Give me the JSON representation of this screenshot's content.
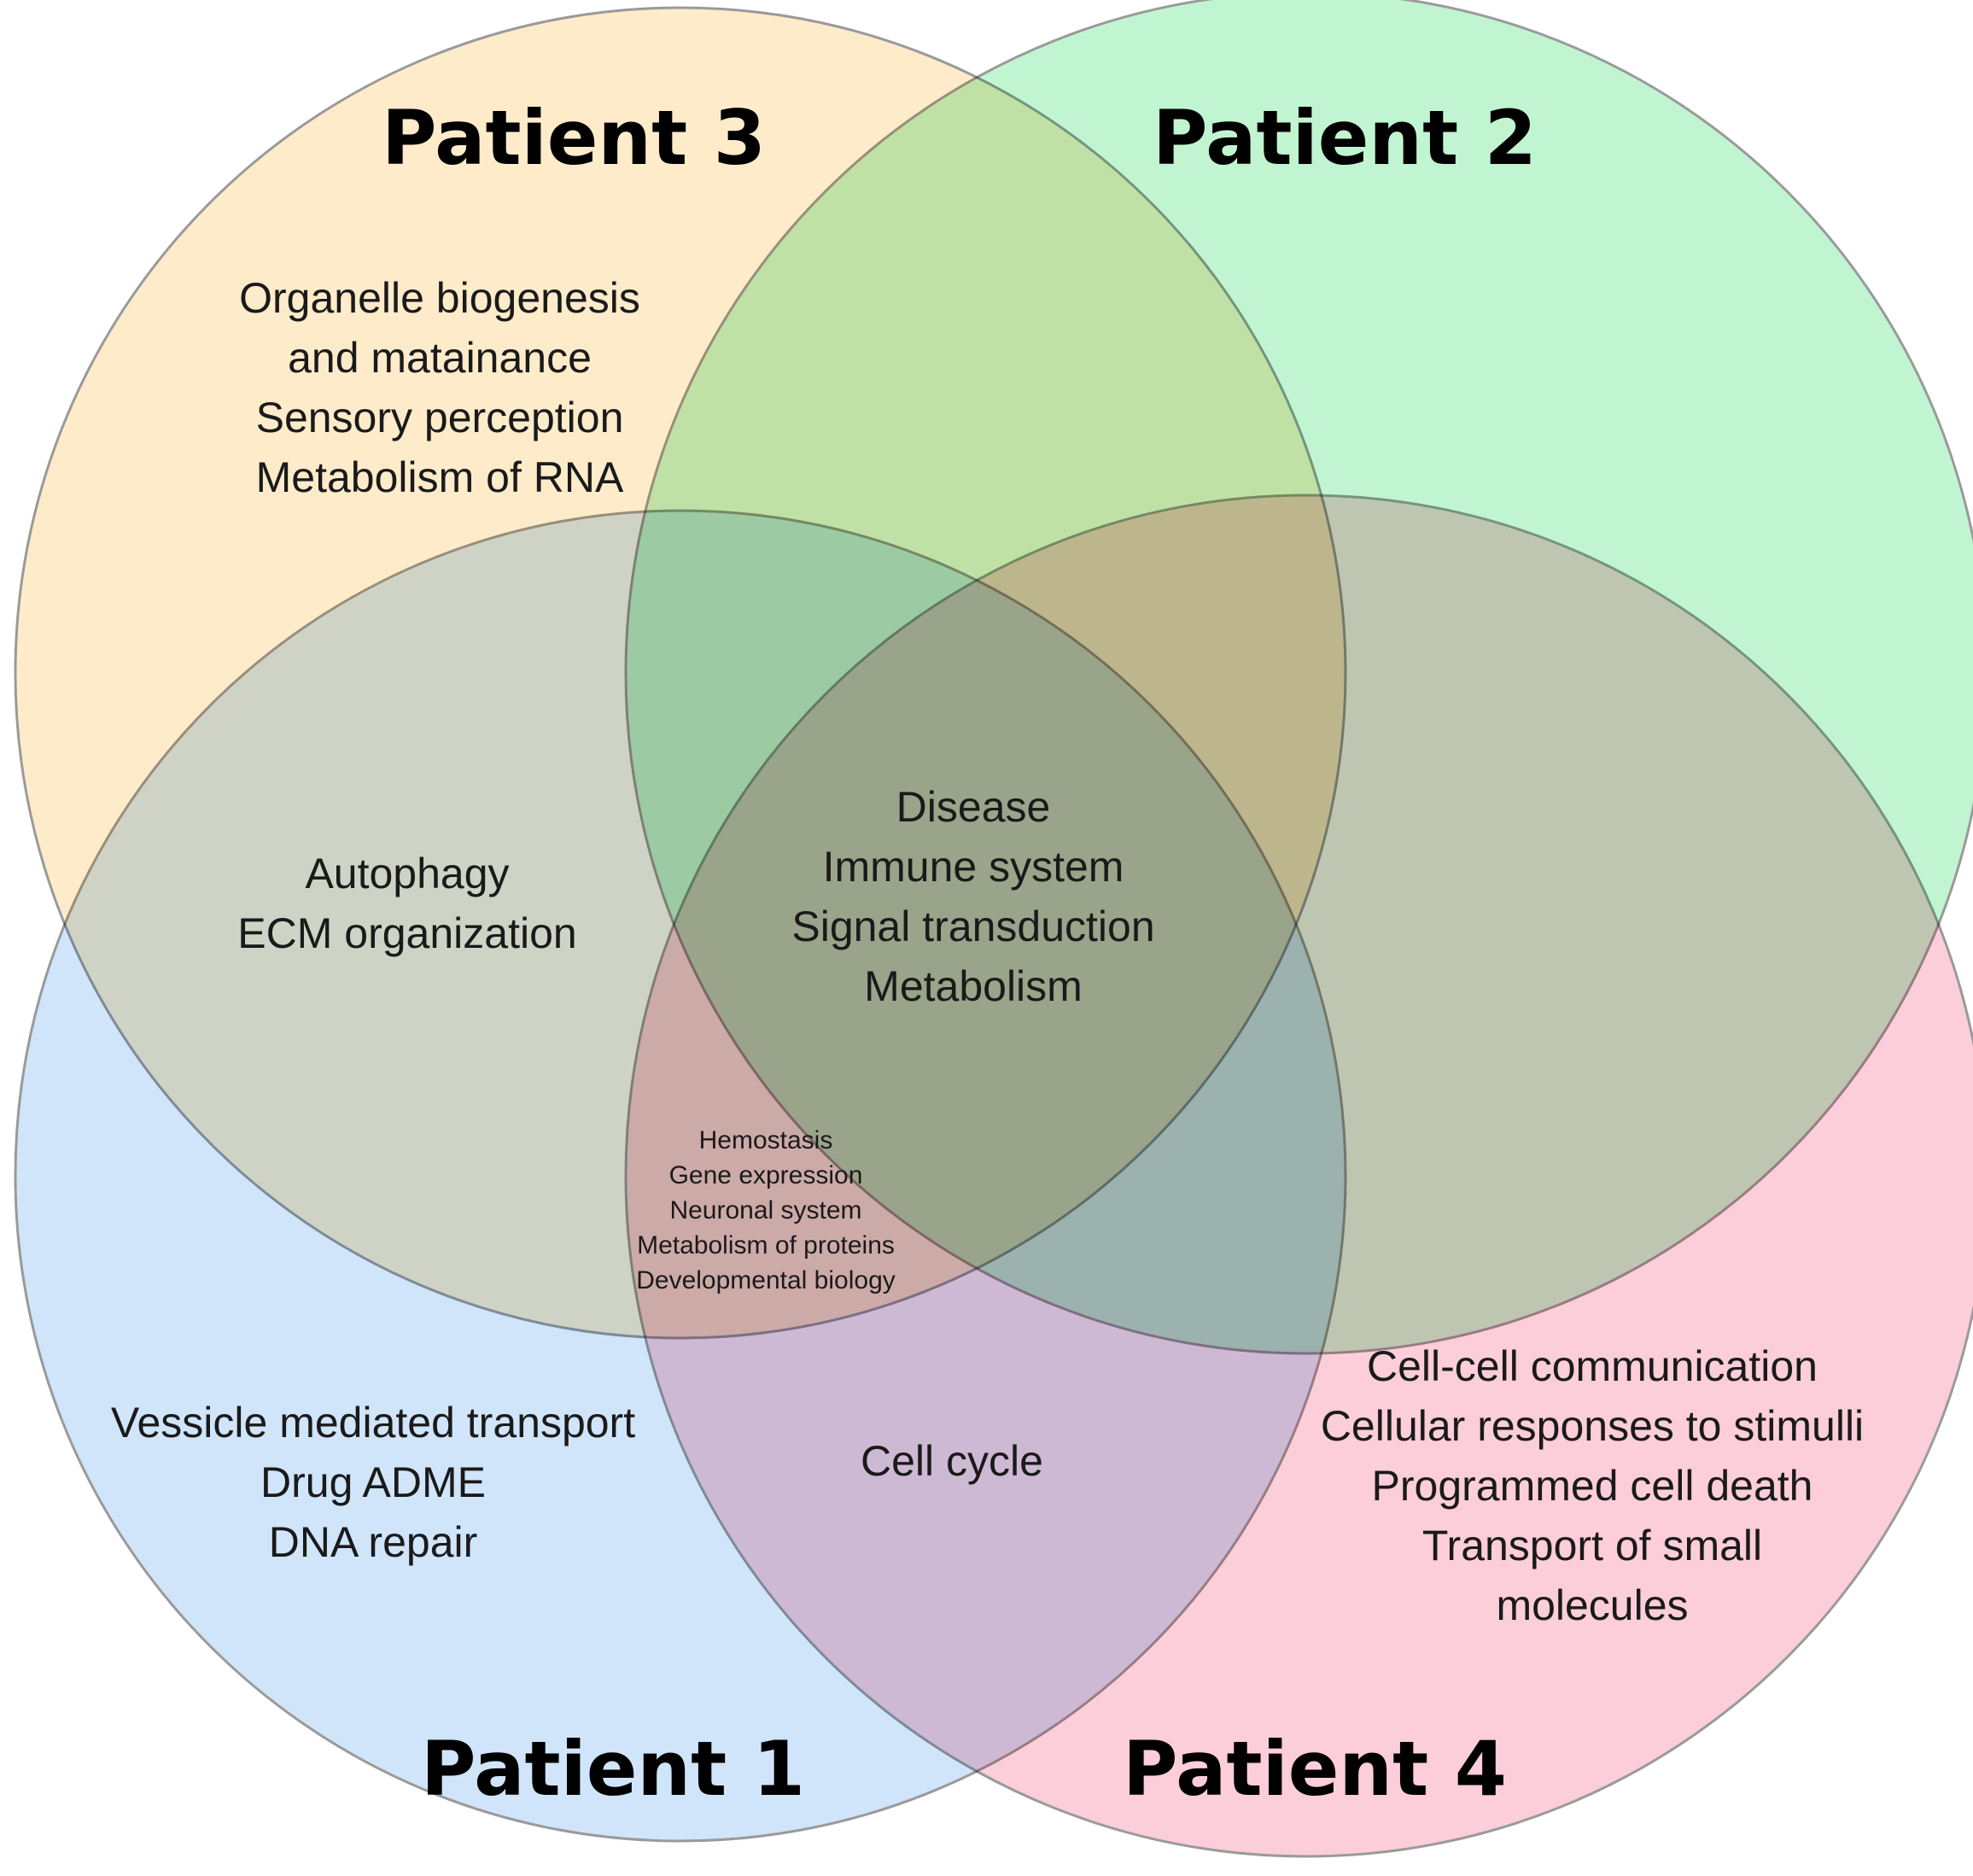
{
  "sets": [
    {
      "key": "p3",
      "label": "Patient 3",
      "color": "#fde4b8"
    },
    {
      "key": "p2",
      "label": "Patient 2",
      "color": "#a6f1be"
    },
    {
      "key": "p1",
      "label": "Patient 1",
      "color": "#a9d0f5"
    },
    {
      "key": "p4",
      "label": "Patient 4",
      "color": "#fbb4c4"
    }
  ],
  "regions": {
    "p3_only": [
      "Organelle biogenesis",
      "and matainance",
      "Sensory perception",
      "Metabolism of RNA"
    ],
    "p1_p3": [
      "Autophagy",
      "ECM organization"
    ],
    "all": [
      "Disease",
      "Immune system",
      "Signal transduction",
      "Metabolism"
    ],
    "p1_p4_p3": [
      "Hemostasis",
      "Gene expression",
      "Neuronal system",
      "Metabolism of proteins",
      "Developmental biology"
    ],
    "p1_only": [
      "Vessicle mediated transport",
      "Drug ADME",
      "DNA repair"
    ],
    "p1_p4": [
      "Cell cycle"
    ],
    "p4_only": [
      "Cell-cell communication",
      "Cellular responses to stimulli",
      "Programmed cell death",
      "Transport of small",
      "molecules"
    ]
  }
}
